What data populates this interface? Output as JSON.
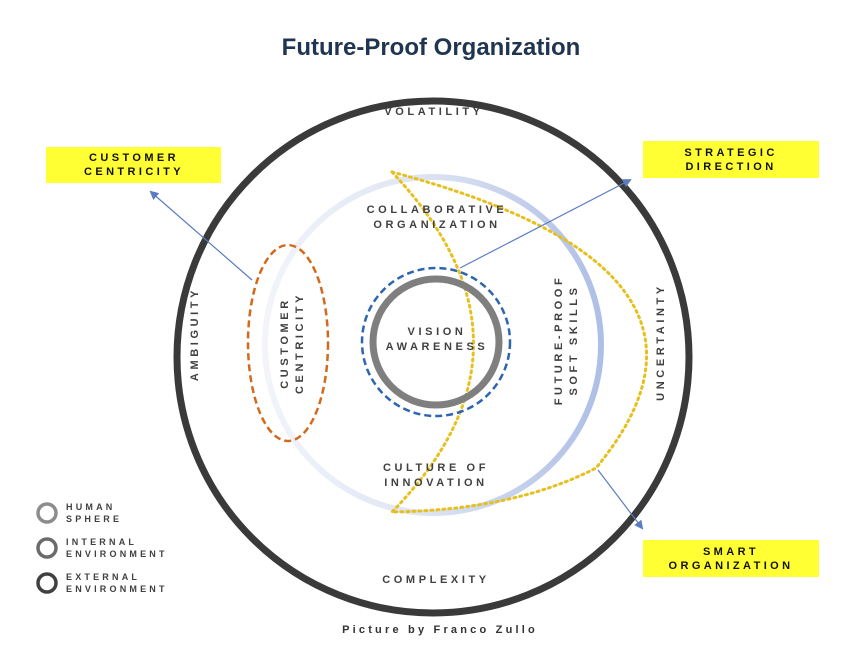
{
  "title": "Future-Proof Organization",
  "outer_ring": {
    "top": "VOLATILITY",
    "left": "AMBIGUITY",
    "right": "UNCERTAINTY",
    "bottom": "COMPLEXITY"
  },
  "middle_ring": {
    "top": [
      "COLLABORATIVE",
      "ORGANIZATION"
    ],
    "bottom": [
      "CULTURE OF",
      "INNOVATION"
    ],
    "right": [
      "FUTURE-PROOF",
      "SOFT SKILLS"
    ],
    "left": [
      "CUSTOMER",
      "CENTRICITY"
    ]
  },
  "core": [
    "VISION",
    "AWARENESS"
  ],
  "callouts": {
    "customer_centricity": [
      "CUSTOMER",
      "CENTRICITY"
    ],
    "strategic_direction": [
      "STRATEGIC",
      "DIRECTION"
    ],
    "smart_organization": [
      "SMART",
      "ORGANIZATION"
    ]
  },
  "legend": [
    {
      "lines": [
        "HUMAN",
        "SPHERE"
      ],
      "color": "#8c8c8c"
    },
    {
      "lines": [
        "INTERNAL",
        "ENVIRONMENT"
      ],
      "color": "#6b6b6b"
    },
    {
      "lines": [
        "EXTERNAL",
        "ENVIRONMENT"
      ],
      "color": "#404040"
    }
  ],
  "credit": "Picture by Franco Zullo",
  "colors": {
    "title": "#1f3550",
    "outer_ring": "#3a3a3a",
    "middle_ring": "#b4c3e6",
    "core_ring": "#7f7f7f",
    "core_dashed": "#2e65b0",
    "customer_ellipse": "#d4691b",
    "dotted_arcs": "#e6c020",
    "callout_bg": "#ffff33",
    "arrows": "#5b7cbf"
  }
}
